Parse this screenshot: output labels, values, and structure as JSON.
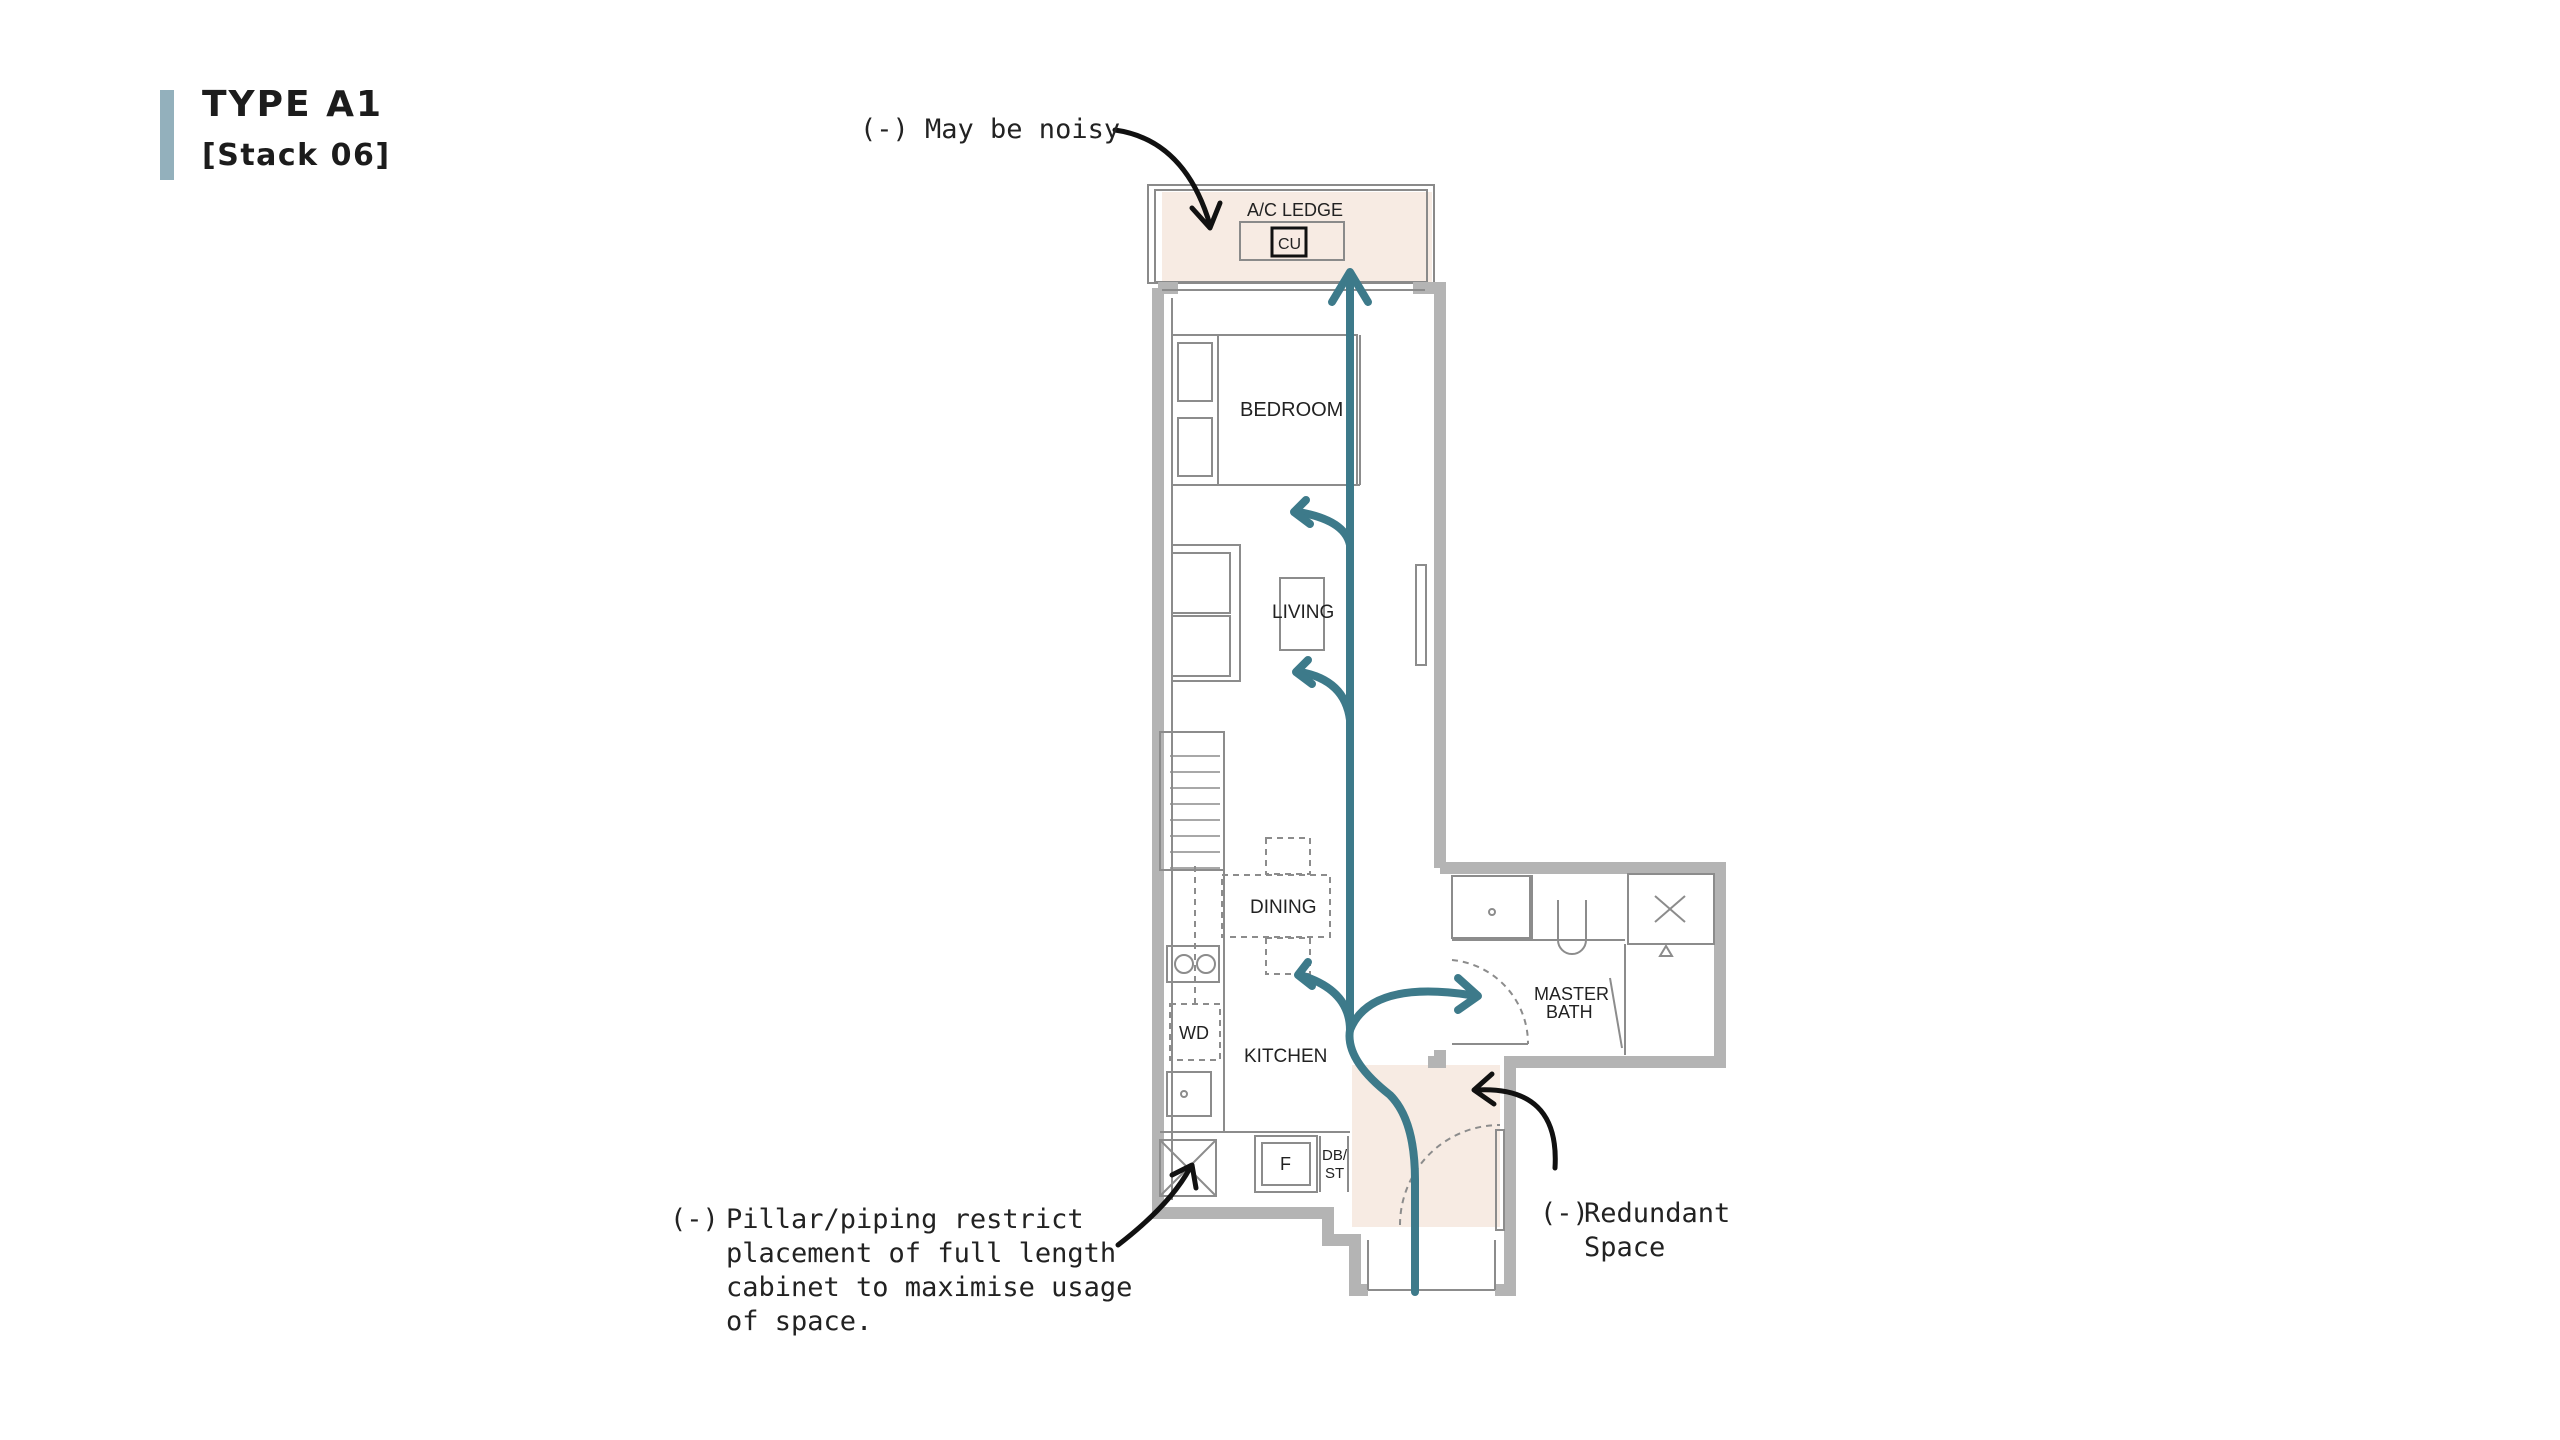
{
  "header": {
    "title": "TYPE A1",
    "subtitle": "[Stack 06]"
  },
  "rooms": {
    "ac_ledge": "A/C LEDGE",
    "cu": "CU",
    "bedroom": "BEDROOM",
    "living": "LIVING",
    "dining": "DINING",
    "kitchen": "KITCHEN",
    "wd": "WD",
    "fridge": "F",
    "db_line1": "DB/",
    "db_line2": "ST",
    "bath_line1": "MASTER",
    "bath_line2": "BATH"
  },
  "annotations": {
    "noisy": "(-) May be noisy",
    "pillar_prefix": "(-)",
    "pillar_lines": [
      "Pillar/piping restrict",
      "placement of full length",
      "cabinet to maximise usage",
      "of space."
    ],
    "redundant_prefix": "(-)",
    "redundant_lines": [
      "Redundant",
      "Space"
    ]
  },
  "colors": {
    "accent_bar": "#93b0bc",
    "wall": "#b4b4b4",
    "highlight": "#f7ebe3",
    "flow_arrow": "#3d7a8a",
    "callout_arrow": "#111111"
  }
}
